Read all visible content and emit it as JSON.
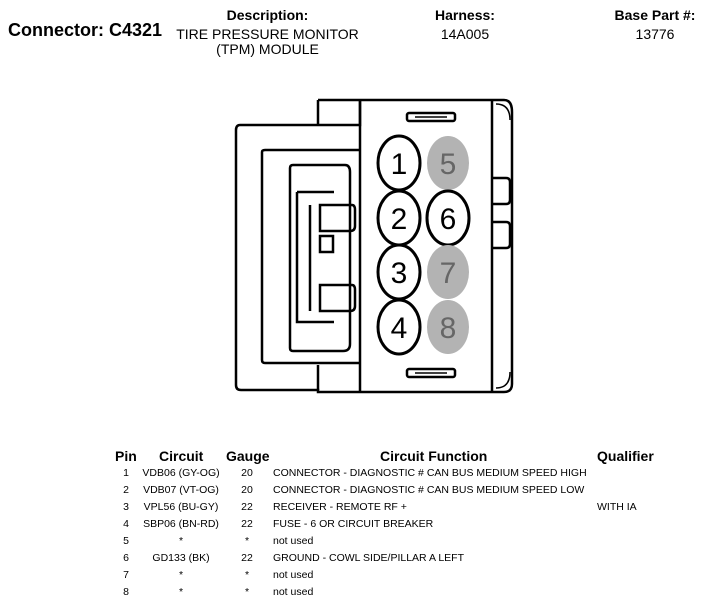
{
  "header": {
    "connector_label": "Connector: C4321",
    "description_label": "Description:",
    "description_line1": "TIRE PRESSURE MONITOR",
    "description_line2": "(TPM) MODULE",
    "harness_label": "Harness:",
    "harness_value": "14A005",
    "base_part_label": "Base Part #:",
    "base_part_value": "13776"
  },
  "colors": {
    "outline": "#000000",
    "empty_pin_fill": "#b3b3b3",
    "empty_pin_text": "#666666"
  },
  "diagram": {
    "pins": [
      {
        "label": "1",
        "state": "used"
      },
      {
        "label": "2",
        "state": "used"
      },
      {
        "label": "3",
        "state": "used"
      },
      {
        "label": "4",
        "state": "used"
      },
      {
        "label": "5",
        "state": "empty"
      },
      {
        "label": "6",
        "state": "used"
      },
      {
        "label": "7",
        "state": "empty"
      },
      {
        "label": "8",
        "state": "empty"
      }
    ]
  },
  "table": {
    "headers": {
      "pin": "Pin",
      "circuit": "Circuit",
      "gauge": "Gauge",
      "function": "Circuit Function",
      "qualifier": "Qualifier"
    },
    "rows": [
      {
        "pin": "1",
        "circuit": "VDB06 (GY-OG)",
        "gauge": "20",
        "function": "CONNECTOR - DIAGNOSTIC # CAN BUS MEDIUM SPEED HIGH",
        "qualifier": ""
      },
      {
        "pin": "2",
        "circuit": "VDB07 (VT-OG)",
        "gauge": "20",
        "function": "CONNECTOR - DIAGNOSTIC # CAN BUS MEDIUM SPEED LOW",
        "qualifier": ""
      },
      {
        "pin": "3",
        "circuit": "VPL56 (BU-GY)",
        "gauge": "22",
        "function": "RECEIVER - REMOTE RF +",
        "qualifier": "WITH IA"
      },
      {
        "pin": "4",
        "circuit": "SBP06 (BN-RD)",
        "gauge": "22",
        "function": "FUSE - 6 OR CIRCUIT BREAKER",
        "qualifier": ""
      },
      {
        "pin": "5",
        "circuit": "*",
        "gauge": "*",
        "function": "not used",
        "qualifier": ""
      },
      {
        "pin": "6",
        "circuit": "GD133 (BK)",
        "gauge": "22",
        "function": "GROUND - COWL SIDE/PILLAR A LEFT",
        "qualifier": ""
      },
      {
        "pin": "7",
        "circuit": "*",
        "gauge": "*",
        "function": "not used",
        "qualifier": ""
      },
      {
        "pin": "8",
        "circuit": "*",
        "gauge": "*",
        "function": "not used",
        "qualifier": ""
      }
    ]
  }
}
